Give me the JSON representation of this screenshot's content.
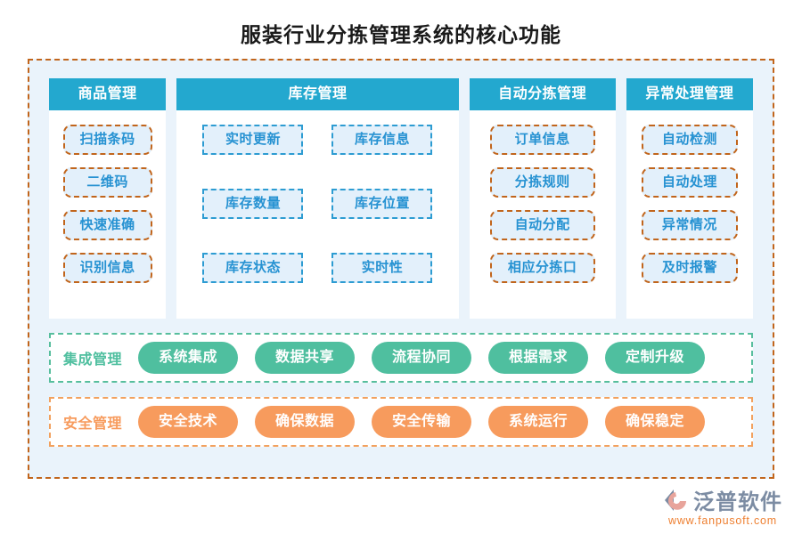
{
  "title": "服装行业分拣管理系统的核心功能",
  "colors": {
    "page_background": "#FFFFFF",
    "frame_background": "#EAF3FB",
    "frame_border": "#C1651C",
    "header_teal": "#23A8CF",
    "item_fill": "#E3F0FB",
    "item_text": "#2692D2",
    "item_border_orange": "#C1651C",
    "item_border_blue": "#2D9CD2",
    "pill_green": "#4FBF9F",
    "pill_orange": "#F79B5D",
    "band_border_green": "#57BE9D",
    "band_border_orange": "#F2A15E",
    "title_text": "#1A1A1A"
  },
  "columns": [
    {
      "header": "商品管理",
      "layout": "list",
      "items": [
        "扫描条码",
        "二维码",
        "快速准确",
        "识别信息"
      ]
    },
    {
      "header": "库存管理",
      "layout": "grid2",
      "items": [
        "实时更新",
        "库存信息",
        "库存数量",
        "库存位置",
        "库存状态",
        "实时性"
      ]
    },
    {
      "header": "自动分拣管理",
      "layout": "list",
      "items": [
        "订单信息",
        "分拣规则",
        "自动分配",
        "相应分拣口"
      ]
    },
    {
      "header": "异常处理管理",
      "layout": "list",
      "items": [
        "自动检测",
        "自动处理",
        "异常情况",
        "及时报警"
      ]
    }
  ],
  "bands": [
    {
      "label": "集成管理",
      "style": "green",
      "pills": [
        "系统集成",
        "数据共享",
        "流程协同",
        "根据需求",
        "定制升级"
      ]
    },
    {
      "label": "安全管理",
      "style": "orange",
      "pills": [
        "安全技术",
        "确保数据",
        "安全传输",
        "系统运行",
        "确保稳定"
      ]
    }
  ],
  "logo": {
    "name": "泛普软件",
    "url": "www.fanpusoft.com"
  }
}
